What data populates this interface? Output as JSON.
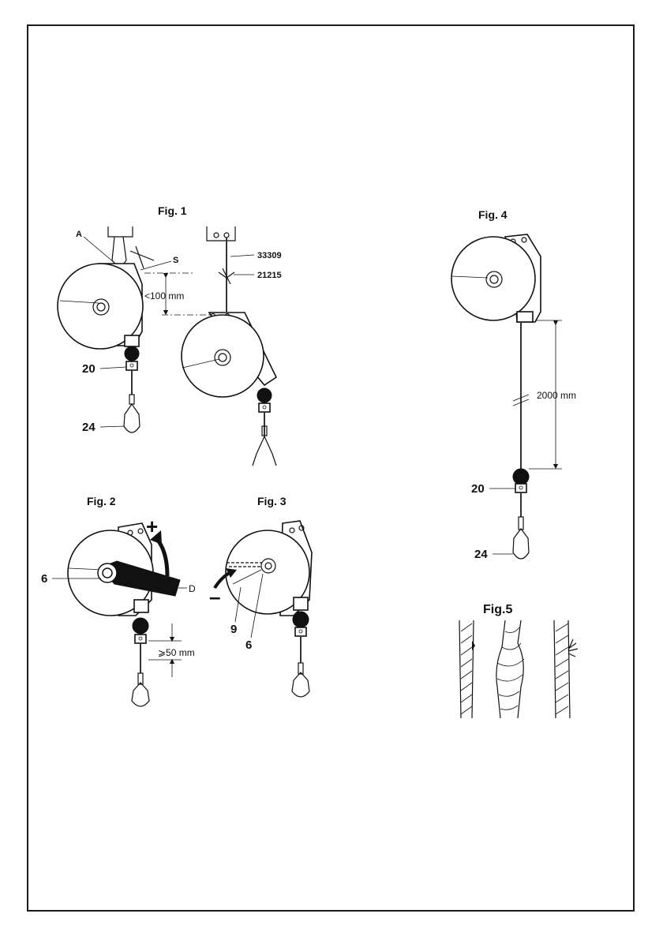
{
  "figures": {
    "fig1": {
      "title": "Fig. 1",
      "labels": {
        "A": "A",
        "S": "S",
        "part20": "20",
        "part24": "24",
        "code1": "33309",
        "code2": "21215"
      },
      "dimension": "<100 mm"
    },
    "fig2": {
      "title": "Fig. 2",
      "labels": {
        "plus": "+",
        "part6": "6",
        "D": "D"
      },
      "dimension": "⩾50 mm"
    },
    "fig3": {
      "title": "Fig. 3",
      "labels": {
        "minus": "–",
        "part9": "9",
        "part6": "6"
      }
    },
    "fig4": {
      "title": "Fig. 4",
      "labels": {
        "part20": "20",
        "part24": "24"
      },
      "dimension": "2000 mm"
    },
    "fig5": {
      "title": "Fig.5"
    }
  }
}
